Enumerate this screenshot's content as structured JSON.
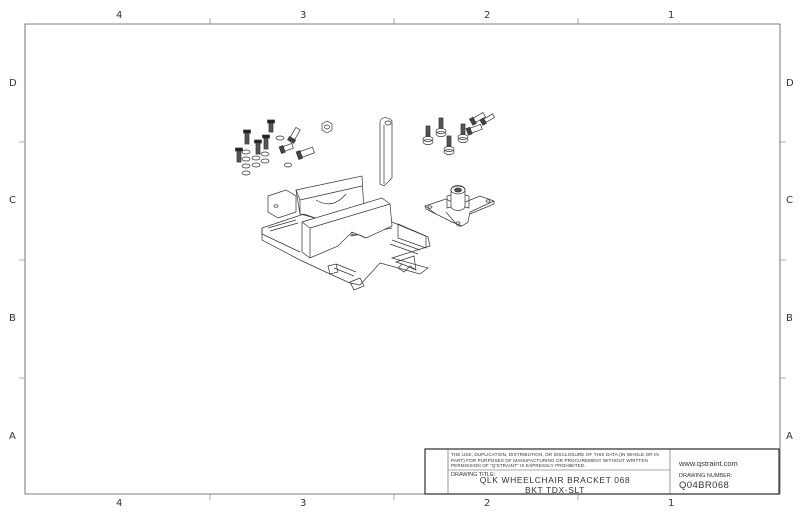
{
  "zones": {
    "columns_top": [
      "4",
      "3",
      "2",
      "1"
    ],
    "columns_bottom": [
      "4",
      "3",
      "2",
      "1"
    ],
    "rows_left": [
      "D",
      "C",
      "B",
      "A"
    ],
    "rows_right": [
      "D",
      "C",
      "B",
      "A"
    ]
  },
  "title_block": {
    "notice": "THE USE, DUPLICATION, DISTRIBUTION, OR DISCLOSURE OF THIS DATA (IN WHOLE OR IN PART) FOR PURPOSES OF MANUFACTURING OR PROCUREMENT WITHOUT WRITTEN PERMISSION OF \"Q'STRAINT\" IS EXPRESSLY PROHIBITED.",
    "drawing_title_label": "DRAWING TITLE:",
    "drawing_title_line1": "QLK WHEELCHAIR BRACKET 068",
    "drawing_title_line2": "BKT TDX-SLT",
    "website": "www.qstraint.com",
    "drawing_number_label": "DRAWING NUMBER:",
    "drawing_number": "Q04BR068"
  }
}
